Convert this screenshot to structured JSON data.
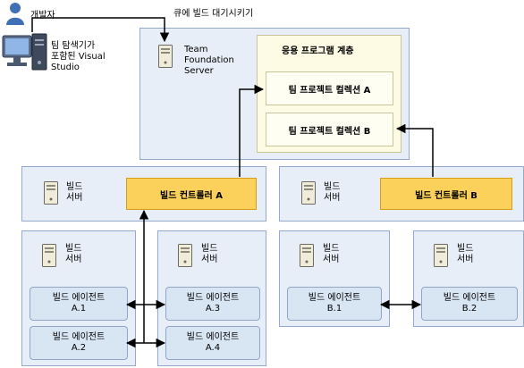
{
  "developer": {
    "label": "개발자",
    "workstation_label": "팀 탐색기가\n포함된 Visual\nStudio"
  },
  "queue_label": "큐에 빌드 대기시키기",
  "tfs": {
    "server_label": "Team\nFoundation\nServer",
    "app_tier_title": "응용 프로그램 계층",
    "collection_a": "팀 프로젝트 컬렉션 A",
    "collection_b": "팀 프로젝트 컬렉션 B"
  },
  "build_server_label": "빌드\n서버",
  "controller_a": "빌드 컨트롤러 A",
  "controller_b": "빌드 컨트롤러 B",
  "agent_label": "빌드 에이전트",
  "agents": {
    "a1": "A.1",
    "a2": "A.2",
    "a3": "A.3",
    "a4": "A.4",
    "b1": "B.1",
    "b2": "B.2"
  },
  "colors": {
    "panel": "#e8eef7",
    "controller": "#fbd15b",
    "app_layer": "#fdfbe3",
    "agent": "#d8e5f3"
  }
}
